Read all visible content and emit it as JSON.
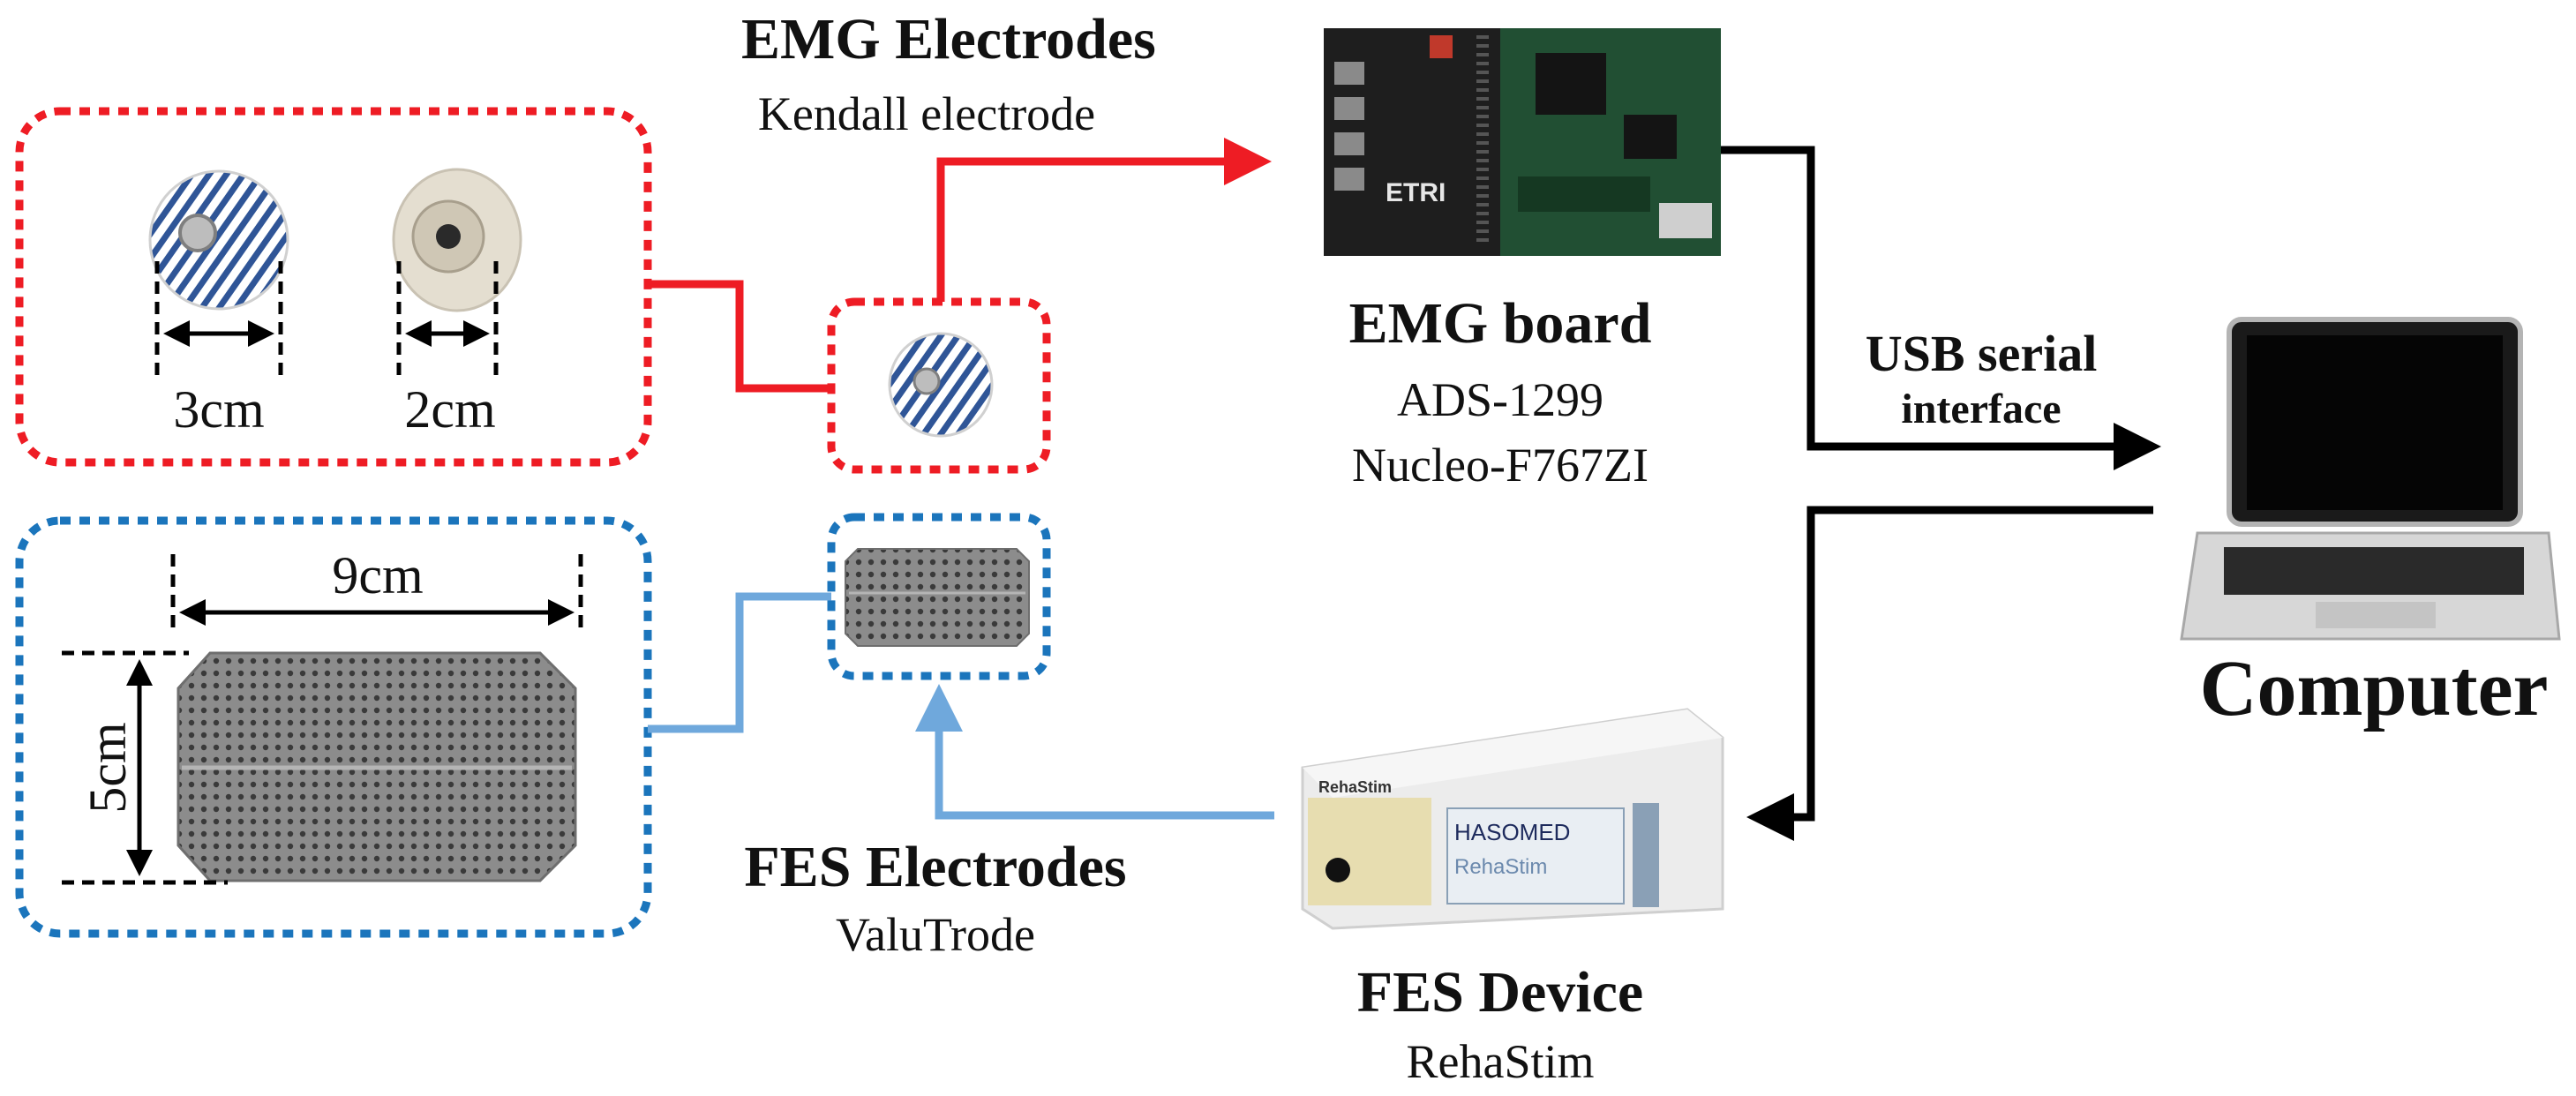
{
  "emg_electrodes": {
    "title": "EMG Electrodes",
    "subtitle": "Kendall  electrode"
  },
  "emg_board": {
    "title": "EMG board",
    "line1": "ADS-1299",
    "line2": "Nucleo-F767ZI",
    "board_label": "ETRI"
  },
  "usb": {
    "line1": "USB serial",
    "line2": "interface"
  },
  "computer": {
    "title": "Computer"
  },
  "fes_electrodes": {
    "title": "FES Electrodes",
    "subtitle": "ValuTrode"
  },
  "fes_device": {
    "title": "FES Device",
    "subtitle": "RehaStim",
    "brand_label": "HASOMED",
    "product_label": "RehaStim",
    "panel_label": "RehaStim"
  },
  "dimensions": {
    "emg_large": "3cm",
    "emg_small": "2cm",
    "fes_width": "9cm",
    "fes_height": "5cm"
  },
  "colors": {
    "emg": "#ee1c24",
    "fes": "#1b75bc",
    "fes_line": "#6fa8dc",
    "arrow": "#000000"
  }
}
